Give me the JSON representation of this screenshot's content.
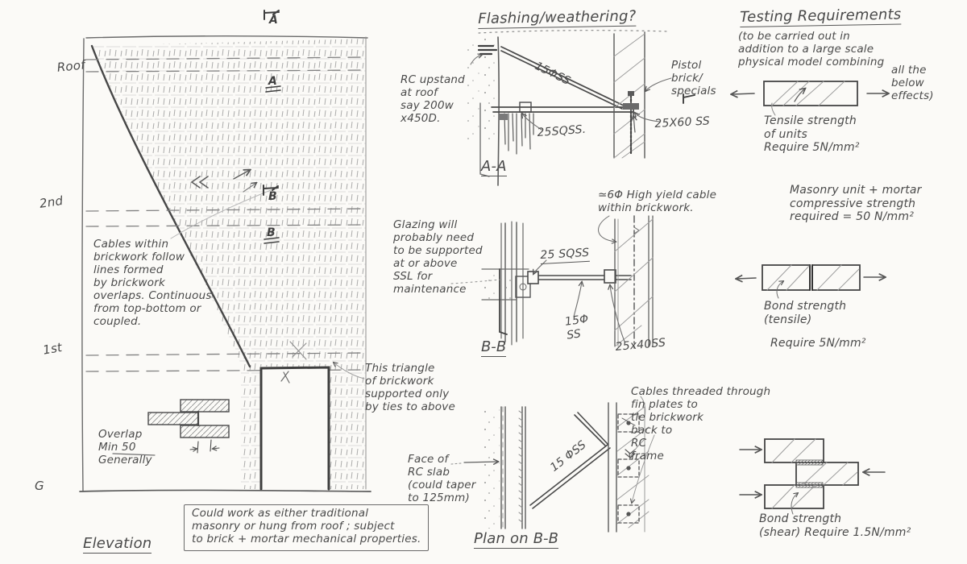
{
  "colors": {
    "paper": "#fbfaf7",
    "ink": "#4a4a4a",
    "pencil_light": "#9a9a9a"
  },
  "elevation": {
    "title": "Elevation",
    "floor_labels": {
      "roof": "Roof",
      "second": "2nd",
      "first": "1st",
      "ground": "G"
    },
    "cables_note": "Cables within\nbrickwork follow\nlines formed\nby brickwork\noverlaps. Continuous\nfrom top-bottom or\ncoupled.",
    "overlap_note": "Overlap\nMin 50\nGenerally",
    "triangle_note": "This triangle\nof brickwork\nsupported only\nby ties to above",
    "boxed_note": "Could work as either traditional\nmasonry or hung from roof ; subject\nto brick + mortar mechanical properties.",
    "section_markers": {
      "a_top": "A",
      "a_mid": "A",
      "b_top": "B",
      "b_bottom": "B"
    }
  },
  "section_aa": {
    "question": "Flashing/weathering?",
    "title": "A-A",
    "rc_upstand_note": "RC upstand\nat roof\nsay 200w\nx450D.",
    "labels": {
      "diagonal_member": "15ΦSS",
      "horizontal_member": "25SQSS.",
      "pistol_note": "Pistol\nbrick/\nspecials",
      "bolt": "25X60 SS"
    }
  },
  "section_bb": {
    "title": "B-B",
    "cable_note": "≃6Φ High yield cable\nwithin brickwork.",
    "glazing_note": "Glazing will\nprobably need\nto be supported\nat or above\nSSL for\nmaintenance",
    "labels": {
      "rod": "25 SQSS",
      "rod_dia": "15Φ\nSS",
      "plate": "25x40SS"
    }
  },
  "plan_bb": {
    "title": "Plan on B-B",
    "face_note": "Face of\nRC slab\n(could taper\nto 125mm)",
    "cables_note": "Cables threaded through\nfin plates to\ntie brickwork\nback to\nRC\nframe",
    "labels": {
      "strut": "15 ΦSS"
    }
  },
  "testing": {
    "title": "Testing Requirements",
    "intro_left": "(to be carried out in\naddition to a large scale\nphysical model combining",
    "intro_right": "all the\nbelow\neffects)",
    "tensile_note": "Tensile strength\nof units\nRequire 5N/mm²",
    "masonry_note": "Masonry unit + mortar\ncompressive strength\nrequired = 50 N/mm²",
    "bond_tensile_note": "Bond strength\n(tensile)",
    "bond_tensile_req": "Require 5N/mm²",
    "bond_shear_note": "Bond strength\n(shear) Require 1.5N/mm²"
  }
}
